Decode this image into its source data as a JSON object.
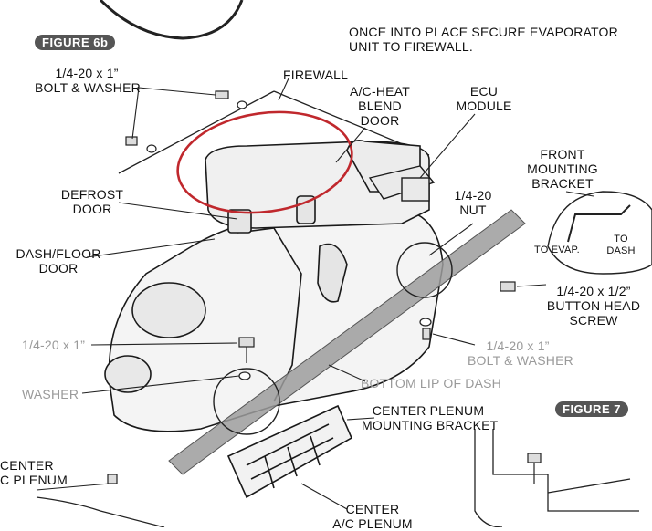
{
  "figure_badges": {
    "fig6b": "FIGURE 6b",
    "fig7": "FIGURE 7"
  },
  "instruction": {
    "line1": "ONCE INTO PLACE SECURE EVAPORATOR",
    "line2": "UNIT TO FIREWALL."
  },
  "labels": {
    "bolt_washer_top_1": "1/4-20 x 1”",
    "bolt_washer_top_2": "BOLT & WASHER",
    "firewall": "FIREWALL",
    "blend_door_1": "A/C-HEAT",
    "blend_door_2": "BLEND",
    "blend_door_3": "DOOR",
    "ecu_1": "ECU",
    "ecu_2": "MODULE",
    "front_bracket_1": "FRONT",
    "front_bracket_2": "MOUNTING",
    "front_bracket_3": "BRACKET",
    "to_evap": "TO EVAP.",
    "to_dash_1": "TO",
    "to_dash_2": "DASH",
    "defrost_1": "DEFROST",
    "defrost_2": "DOOR",
    "nut_1": "1/4-20",
    "nut_2": "NUT",
    "dash_floor_1": "DASH/FLOOR",
    "dash_floor_2": "DOOR",
    "button_screw_1": "1/4-20 x 1/2”",
    "button_screw_2": "BUTTON HEAD",
    "button_screw_3": "SCREW",
    "bolt_left": "1/4-20 x 1”",
    "washer_left": "WASHER",
    "bolt_washer_right_1": "1/4-20 x 1”",
    "bolt_washer_right_2": "BOLT & WASHER",
    "bottom_lip": "BOTTOM LIP OF DASH",
    "center_plenum_bracket_1": "CENTER PLENUM",
    "center_plenum_bracket_2": "MOUNTING BRACKET",
    "center_left_1": "CENTER",
    "center_left_2": "C PLENUM",
    "center_bottom_1": "CENTER",
    "center_bottom_2": "A/C PLENUM"
  },
  "colors": {
    "highlight_circle": "#c0282d",
    "badge_bg": "#555555",
    "grey_text": "#9a9a9a"
  }
}
